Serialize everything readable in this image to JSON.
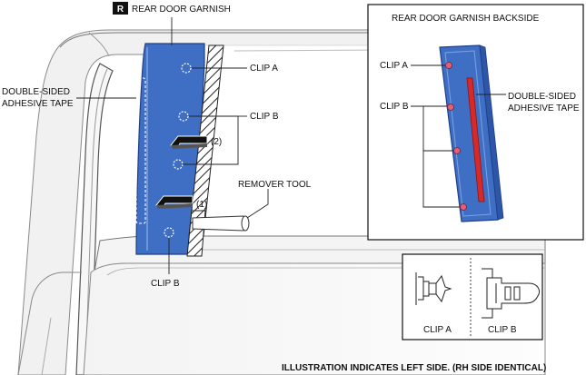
{
  "title": {
    "badge": "R",
    "text": "REAR DOOR GARNISH"
  },
  "main_labels": {
    "clip_a": "CLIP A",
    "clip_b_upper": "CLIP B",
    "clip_b_lower": "CLIP B",
    "tape_line1": "DOUBLE-SIDED",
    "tape_line2": "ADHESIVE TAPE",
    "remover_tool": "REMOVER TOOL",
    "step1": "(1)",
    "step2": "(2)"
  },
  "inset_backside": {
    "title": "REAR DOOR GARNISH BACKSIDE",
    "clip_a": "CLIP A",
    "clip_b": "CLIP B",
    "tape_line1": "DOUBLE-SIDED",
    "tape_line2": "ADHESIVE TAPE"
  },
  "inset_clips": {
    "clip_a": "CLIP A",
    "clip_b": "CLIP B"
  },
  "footer_note": "ILLUSTRATION INDICATES LEFT SIDE. (RH SIDE IDENTICAL)",
  "colors": {
    "garnish_blue": "#3f6fc4",
    "garnish_edge": "#1f3f88",
    "tape_red": "#d42a2a",
    "clip_pink": "#e0607a"
  }
}
